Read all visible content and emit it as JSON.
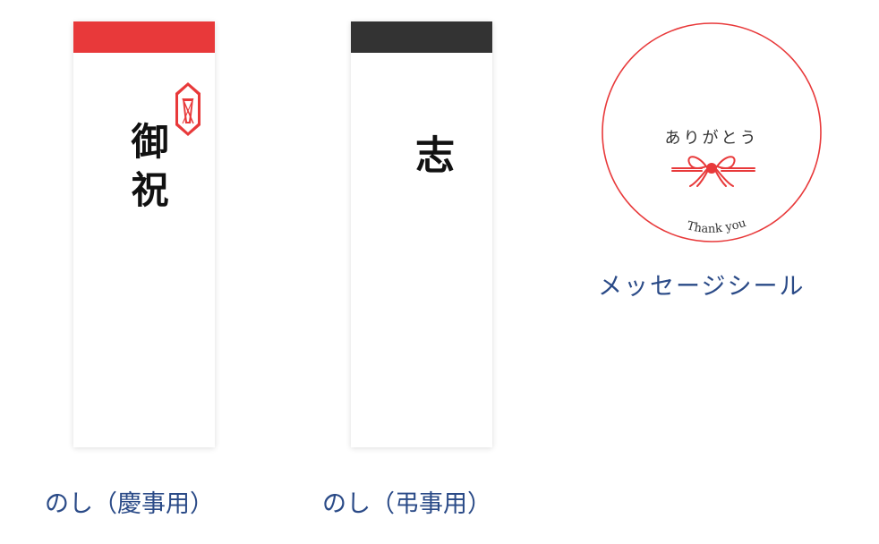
{
  "items": {
    "celebration": {
      "noshi_text": "御祝",
      "caption": "のし（慶事用）",
      "band_color": "#e8393a"
    },
    "condolence": {
      "noshi_text": "志",
      "caption": "のし（弔事用）",
      "band_color": "#333333"
    },
    "message_seal": {
      "message": "ありがとう",
      "english": "Thank you",
      "caption": "メッセージシール",
      "ring_color": "#e8393a"
    }
  },
  "colors": {
    "caption": "#2a4a87",
    "accent": "#e8393a"
  }
}
